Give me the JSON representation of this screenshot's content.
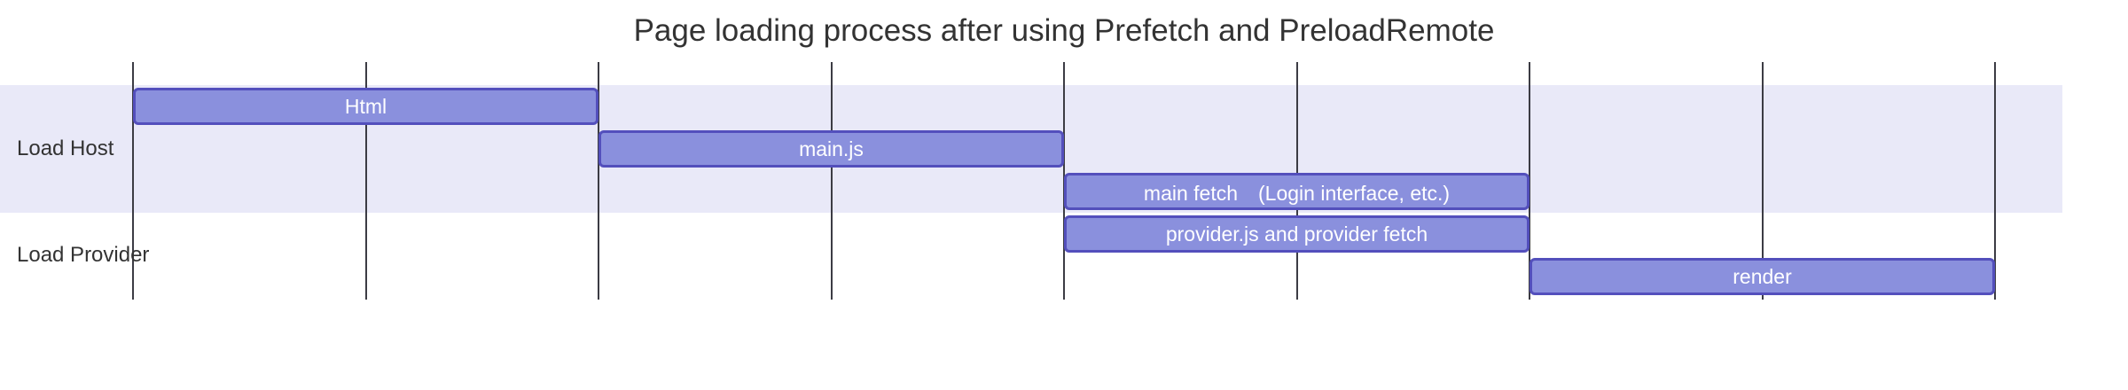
{
  "chart_data": {
    "type": "gantt",
    "title": "Page loading process after using Prefetch and PreloadRemote",
    "x_axis": {
      "min": 0,
      "max": 8,
      "gridline_interval": 1,
      "tick_labels": []
    },
    "sections": [
      {
        "name": "Load Host",
        "banded": true,
        "tasks": [
          {
            "label": "Html",
            "start": 0,
            "end": 2
          },
          {
            "label": "main.js",
            "start": 2,
            "end": 4
          },
          {
            "label": "main fetch　(Login interface, etc.)",
            "start": 4,
            "end": 6
          }
        ]
      },
      {
        "name": "Load Provider",
        "banded": false,
        "tasks": [
          {
            "label": "provider.js and provider fetch",
            "start": 4,
            "end": 6
          },
          {
            "label": "render",
            "start": 6,
            "end": 8
          }
        ]
      }
    ],
    "legend": null,
    "grid_on": true
  },
  "colors": {
    "task_fill": "#8a90dd",
    "task_border": "#534fbc",
    "task_text": "#ffffff",
    "section_band": "#e9e9f8",
    "gridline": "#3c3c44",
    "text": "#333333",
    "background": "#ffffff"
  }
}
